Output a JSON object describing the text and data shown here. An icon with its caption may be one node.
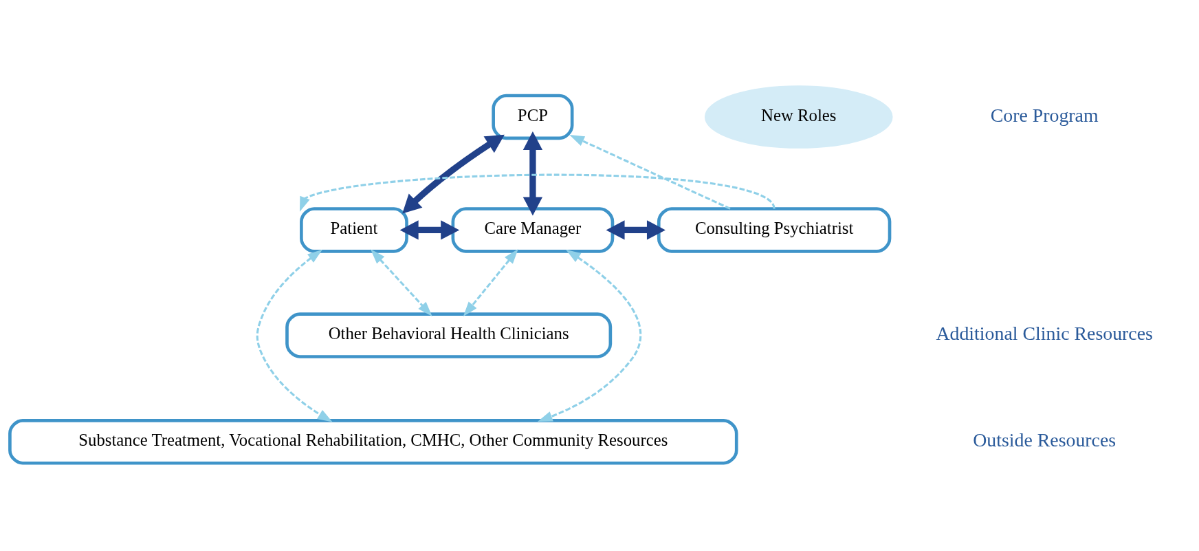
{
  "diagram": {
    "nodes": [
      {
        "text": [
          "PCP"
        ]
      },
      {
        "text": [
          "Patient"
        ]
      },
      {
        "text": [
          "New Roles"
        ]
      },
      {
        "text": [
          "Care Manager"
        ]
      },
      {
        "text": [
          "Consulting Psychiatrist"
        ]
      },
      {
        "text": [
          "Other Behavioral Health Clinicians"
        ]
      },
      {
        "text": [
          "Substance Treatment, Vocational Rehabilitation, CMHC, Other Community Resources"
        ]
      }
    ],
    "edges": [
      {
        "from": 0,
        "to": 1,
        "arrow": "both",
        "style": "thick",
        "color": "#21418a"
      },
      {
        "from": 0,
        "to": 3,
        "arrow": "both",
        "style": "thick",
        "color": "#21418a"
      },
      {
        "from": 1,
        "to": 3,
        "arrow": "both",
        "style": "thick",
        "color": "#21418a"
      },
      {
        "from": 3,
        "to": 4,
        "arrow": "both",
        "style": "thick",
        "color": "#21418a"
      },
      {
        "from": 4,
        "to": 0,
        "arrow": "to",
        "style": "dashed"
      },
      {
        "from": 4,
        "to": 1,
        "arrow": "to",
        "style": "dashed"
      },
      {
        "from": 1,
        "to": 5,
        "arrow": "both",
        "style": "dashed"
      },
      {
        "from": 3,
        "to": 5,
        "arrow": "both",
        "style": "dashed"
      },
      {
        "from": 1,
        "to": 6,
        "arrow": "both",
        "style": "dashed"
      },
      {
        "from": 3,
        "to": 6,
        "arrow": "both",
        "style": "dashed"
      }
    ],
    "labels": [
      "Core Program",
      "Additional Clinic Resources",
      "Outside Resources"
    ]
  }
}
